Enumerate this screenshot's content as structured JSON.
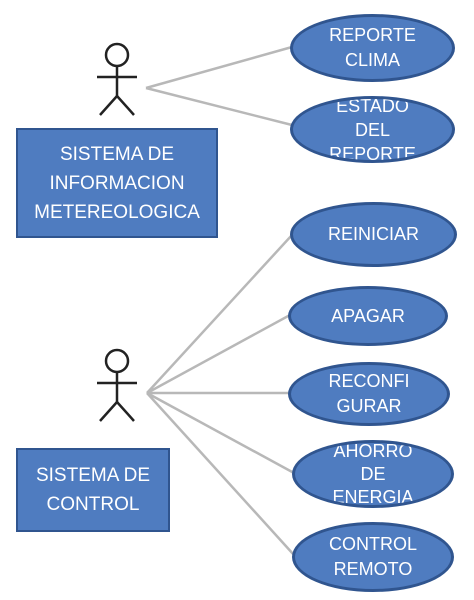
{
  "actors": [
    {
      "id": "info",
      "label": "SISTEMA DE\nINFORMACION\nMETEREOLOGICA"
    },
    {
      "id": "control",
      "label": "SISTEMA DE\nCONTROL"
    }
  ],
  "use_cases": [
    {
      "id": "reporte-clima",
      "label": "REPORTE\nCLIMA",
      "actor": "info"
    },
    {
      "id": "estado-del-reporte",
      "label": "ESTADO\nDEL\nREPORTE",
      "actor": "info"
    },
    {
      "id": "reiniciar",
      "label": "REINICIAR",
      "actor": "control"
    },
    {
      "id": "apagar",
      "label": "APAGAR",
      "actor": "control"
    },
    {
      "id": "reconfigurar",
      "label": "RECONFI\nGURAR",
      "actor": "control"
    },
    {
      "id": "ahorro-de-energia",
      "label": "AHORRO\nDE\nENERGIA",
      "actor": "control"
    },
    {
      "id": "control-remoto",
      "label": "CONTROL\nREMOTO",
      "actor": "control"
    }
  ],
  "colors": {
    "fill": "#4f7cc0",
    "border": "#30558f",
    "connector": "#b8b8b8",
    "stick": "#222222"
  }
}
